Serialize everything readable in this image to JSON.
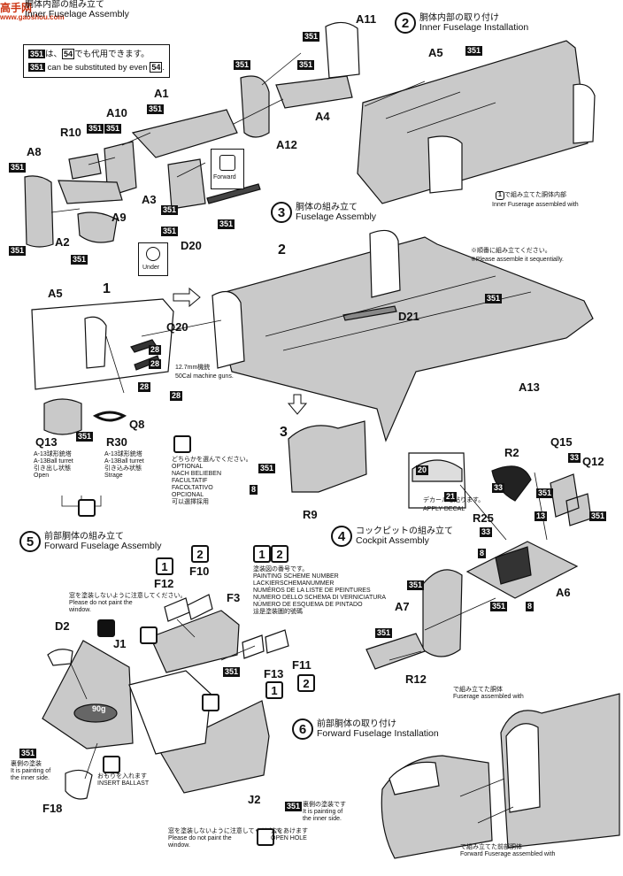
{
  "watermark": {
    "brand": "高手网",
    "url": "www.gaoshou.com"
  },
  "step1": {
    "jp": "胴体内部の組み立て",
    "en": "Inner Fuselage Assembly"
  },
  "step2": {
    "num": "2",
    "jp": "胴体内部の取り付け",
    "en": "Inner Fuselage Installation"
  },
  "step3": {
    "num": "3",
    "jp": "胴体の組み立て",
    "en": "Fuselage Assembly"
  },
  "step4": {
    "num": "4",
    "jp": "コックピットの組み立て",
    "en": "Cockpit Assembly"
  },
  "step5": {
    "num": "5",
    "jp": "前部胴体の組み立て",
    "en": "Forward Fuselage Assembly"
  },
  "step6": {
    "num": "6",
    "jp": "前部胴体の取り付け",
    "en": "Forward Fuselage Installation"
  },
  "substitute_note": {
    "jp_num": "351",
    "jp_mid": "は、",
    "jp_num2": "54",
    "jp_end": "でも代用できます。",
    "en_num": "351",
    "en_mid": "can be substituted by even",
    "en_num2": "54",
    "en_end": "."
  },
  "color_codes": {
    "c351": "351",
    "c28": "28",
    "c33": "33",
    "c13": "13",
    "c8": "8"
  },
  "parts": {
    "A11": "A11",
    "A5": "A5",
    "A1": "A1",
    "A10": "A10",
    "R10": "R10",
    "A8": "A8",
    "A4": "A4",
    "A12": "A12",
    "A3": "A3",
    "A9": "A9",
    "A2": "A2",
    "D20": "D20",
    "D21": "D21",
    "A13": "A13",
    "Q20": "Q20",
    "Q8": "Q8",
    "Q13": "Q13",
    "R30": "R30",
    "R9": "R9",
    "R2": "R2",
    "Q15": "Q15",
    "Q12": "Q12",
    "R25": "R25",
    "A6": "A6",
    "A7": "A7",
    "R12": "R12",
    "F12": "F12",
    "F10": "F10",
    "F3": "F3",
    "D2": "D2",
    "J1": "J1",
    "F13": "F13",
    "F11": "F11",
    "F18": "F18",
    "J2": "J2"
  },
  "labels": {
    "forward": "Forward",
    "under": "Under",
    "big1": "1",
    "big2": "2",
    "big3": "3",
    "inner_assembled_jp": "で組み立てた胴体内部",
    "inner_assembled_en": "Inner Fuserage assembled with",
    "seq_jp": "※順番に組み立てください。",
    "seq_en": "※Please assemble it sequentially.",
    "mg_jp": "12.7mm機銃",
    "mg_en": "50Cal machine guns.",
    "q13_jp": "A-13球形銃塔",
    "q13_en": "A-13Ball turret",
    "q13_jp2": "引き出し状態",
    "q13_en2": "Open",
    "r30_jp": "A-13球形銃塔",
    "r30_en": "A-13Ball turret",
    "r30_jp2": "引き込み状態",
    "r30_en2": "Strage",
    "optional_1": "どちらかを選んでください。",
    "optional_2": "OPTIONAL",
    "optional_3": "NACH BELIEBEN",
    "optional_4": "FACULTATIF",
    "optional_5": "FACOLTATIVO",
    "optional_6": "OPCIONAL",
    "optional_7": "可以選擇採用",
    "decal_jp": "デカールを貼ります。",
    "decal_en": "APPLY DECAL",
    "decal_20": "20",
    "decal_21": "21",
    "scheme_1": "塗装図の番号です。",
    "scheme_2": "PAINTING SCHEME NUMBER",
    "scheme_3": "LACKIERSCHEMANUMMER",
    "scheme_4": "NUMÉROS DE LA LISTE DE PEINTURES",
    "scheme_5": "NUMERO DELLO SCHEMA DI VERNICIATURA",
    "scheme_6": "NÚMERO DE ESQUEMA DE PINTADO",
    "scheme_7": "這是塗裝圖的號碼",
    "window_jp": "窓を塗装しないように注意してください。",
    "window_en1": "Please do not paint the",
    "window_en2": "window.",
    "inner_jp": "裏側の塗装",
    "inner_en1": "It is painting of",
    "inner_en2": "the inner side.",
    "inner2_jp": "裏側の塗装です",
    "inner2_en1": "It is painting of",
    "inner2_en2": "the inner side.",
    "ballast_jp": "おもりを入れます",
    "ballast_en": "INSERT BALLAST",
    "ballast_w": "90g",
    "openhole_jp": "穴をあけます",
    "openhole_en": "OPEN HOLE",
    "fus_jp": "で組み立てた胴体",
    "fus_en": "Fuserage assembled with",
    "fwd_jp": "で組み立てた前部胴体",
    "fwd_en": "Forward Fuserage assembled with"
  }
}
